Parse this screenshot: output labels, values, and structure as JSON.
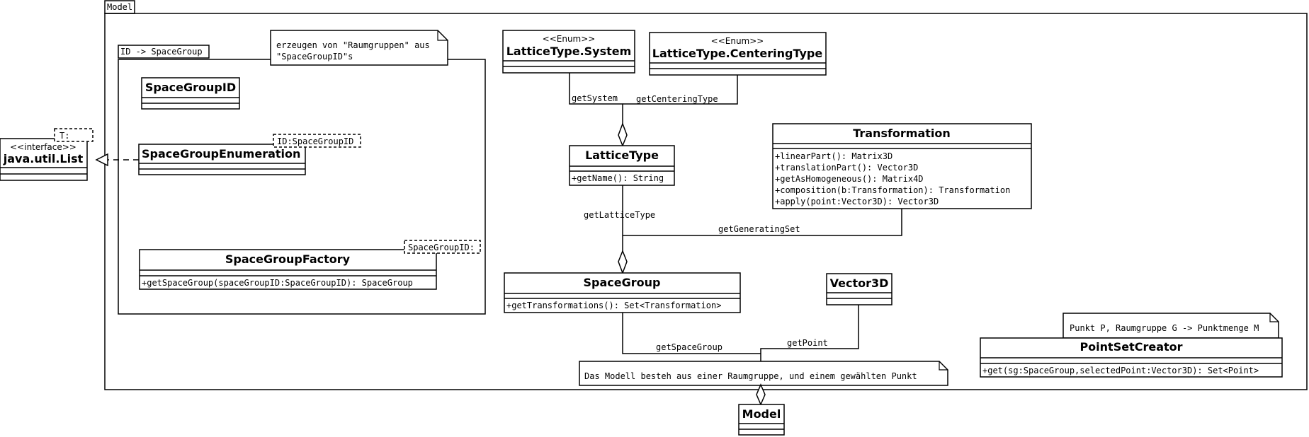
{
  "packages": {
    "model_tab": "Model",
    "inner_tab": "ID -> SpaceGroup"
  },
  "notes": {
    "raumgruppen_line1": "erzeugen von \"Raumgruppen\" aus",
    "raumgruppen_line2": "\"SpaceGroupID\"s",
    "punktmenge": "Punkt P, Raumgruppe G -> Punktmenge M",
    "modell": "Das Modell besteh aus einer Raumgruppe, und einem gewählten Punkt"
  },
  "classes": {
    "java_list": {
      "stereotype": "<<interface>>",
      "name": "java.util.List",
      "template": "T:"
    },
    "space_group_id": {
      "name": "SpaceGroupID"
    },
    "space_group_enumeration": {
      "name": "SpaceGroupEnumeration",
      "template": "ID:SpaceGroupID"
    },
    "space_group_factory": {
      "name": "SpaceGroupFactory",
      "template": "SpaceGroupID:",
      "operation": "+getSpaceGroup(spaceGroupID:SpaceGroupID): SpaceGroup"
    },
    "lattice_system": {
      "stereotype": "<<Enum>>",
      "name": "LatticeType.System"
    },
    "lattice_centering": {
      "stereotype": "<<Enum>>",
      "name": "LatticeType.CenteringType"
    },
    "lattice_type": {
      "name": "LatticeType",
      "operation": "+getName(): String"
    },
    "transformation": {
      "name": "Transformation",
      "operations": [
        "+linearPart(): Matrix3D",
        "+translationPart(): Vector3D",
        "+getAsHomogeneous(): Matrix4D",
        "+composition(b:Transformation): Transformation",
        "+apply(point:Vector3D): Vector3D"
      ]
    },
    "space_group": {
      "name": "SpaceGroup",
      "operation": "+getTransformations(): Set<Transformation>"
    },
    "vector3d": {
      "name": "Vector3D"
    },
    "point_set_creator": {
      "name": "PointSetCreator",
      "operation": "+get(sg:SpaceGroup,selectedPoint:Vector3D): Set<Point>"
    },
    "model": {
      "name": "Model"
    }
  },
  "associations": {
    "get_system": "getSystem",
    "get_centering_type": "getCenteringType",
    "get_lattice_type": "getLatticeType",
    "get_generating_set": "getGeneratingSet",
    "get_space_group": "getSpaceGroup",
    "get_point": "getPoint"
  }
}
